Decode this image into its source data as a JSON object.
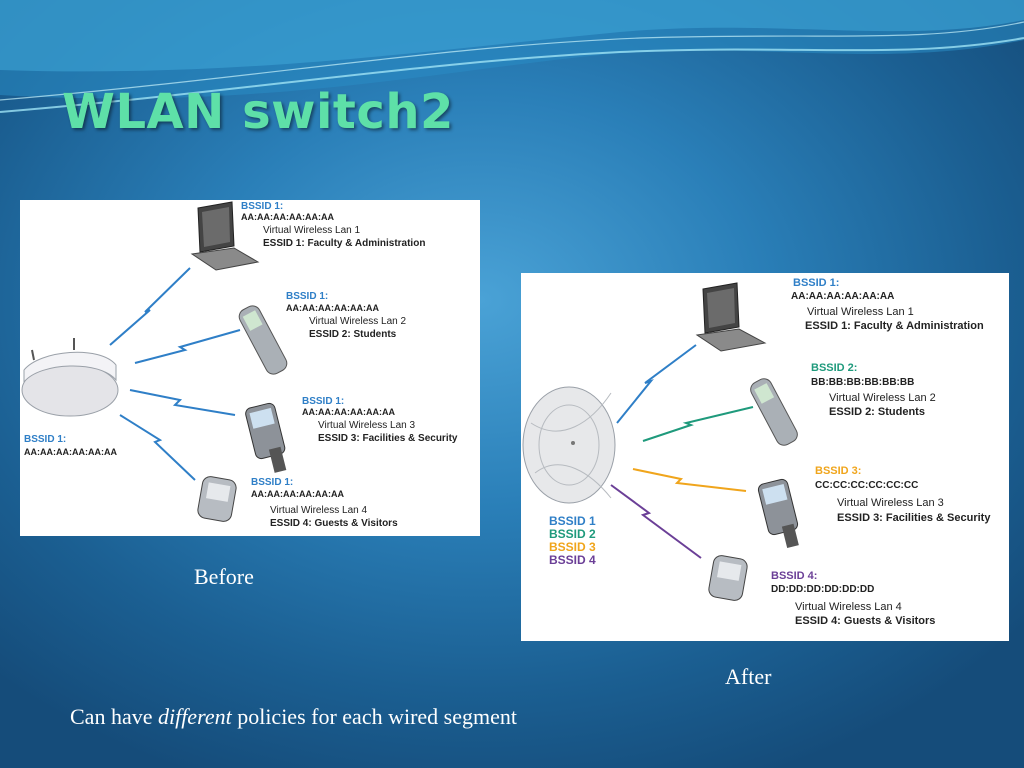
{
  "slide": {
    "title": "WLAN switch2",
    "before_caption": "Before",
    "after_caption": "After",
    "footer": {
      "prefix": "Can have ",
      "emphasis": "different",
      "suffix": " policies for each wired segment"
    }
  },
  "before": {
    "ap_label": {
      "bssid": "BSSID 1:",
      "mac": "AA:AA:AA:AA:AA:AA"
    },
    "devices": [
      {
        "bssid": "BSSID 1:",
        "mac": "AA:AA:AA:AA:AA:AA",
        "vlan": "Virtual Wireless Lan 1",
        "essid": "ESSID 1: Faculty & Administration"
      },
      {
        "bssid": "BSSID 1:",
        "mac": "AA:AA:AA:AA:AA:AA",
        "vlan": "Virtual Wireless Lan 2",
        "essid": "ESSID 2:  Students"
      },
      {
        "bssid": "BSSID 1:",
        "mac": "AA:AA:AA:AA:AA:AA",
        "vlan": "Virtual Wireless Lan 3",
        "essid": "ESSID 3: Facilities & Security"
      },
      {
        "bssid": "BSSID 1:",
        "mac": "AA:AA:AA:AA:AA:AA",
        "vlan": "Virtual Wireless Lan 4",
        "essid": "ESSID 4: Guests & Visitors"
      }
    ]
  },
  "after": {
    "legend": [
      "BSSID 1",
      "BSSID 2",
      "BSSID 3",
      "BSSID 4"
    ],
    "devices": [
      {
        "bssid": "BSSID 1:",
        "mac": "AA:AA:AA:AA:AA:AA",
        "vlan": "Virtual Wireless Lan 1",
        "essid": "ESSID 1: Faculty & Administration"
      },
      {
        "bssid": "BSSID 2:",
        "mac": "BB:BB:BB:BB:BB:BB",
        "vlan": "Virtual Wireless Lan 2",
        "essid": "ESSID 2:  Students"
      },
      {
        "bssid": "BSSID 3:",
        "mac": "CC:CC:CC:CC:CC:CC",
        "vlan": "Virtual Wireless Lan 3",
        "essid": "ESSID 3: Facilities & Security"
      },
      {
        "bssid": "BSSID 4:",
        "mac": "DD:DD:DD:DD:DD:DD",
        "vlan": "Virtual Wireless Lan 4",
        "essid": "ESSID 4: Guests & Visitors"
      }
    ]
  },
  "colors": {
    "title": "#5ee0a8",
    "bssid1": "#2f7fc7",
    "bssid2": "#1f9a7c",
    "bssid3": "#f0a51c",
    "bssid4": "#6b3f97"
  }
}
